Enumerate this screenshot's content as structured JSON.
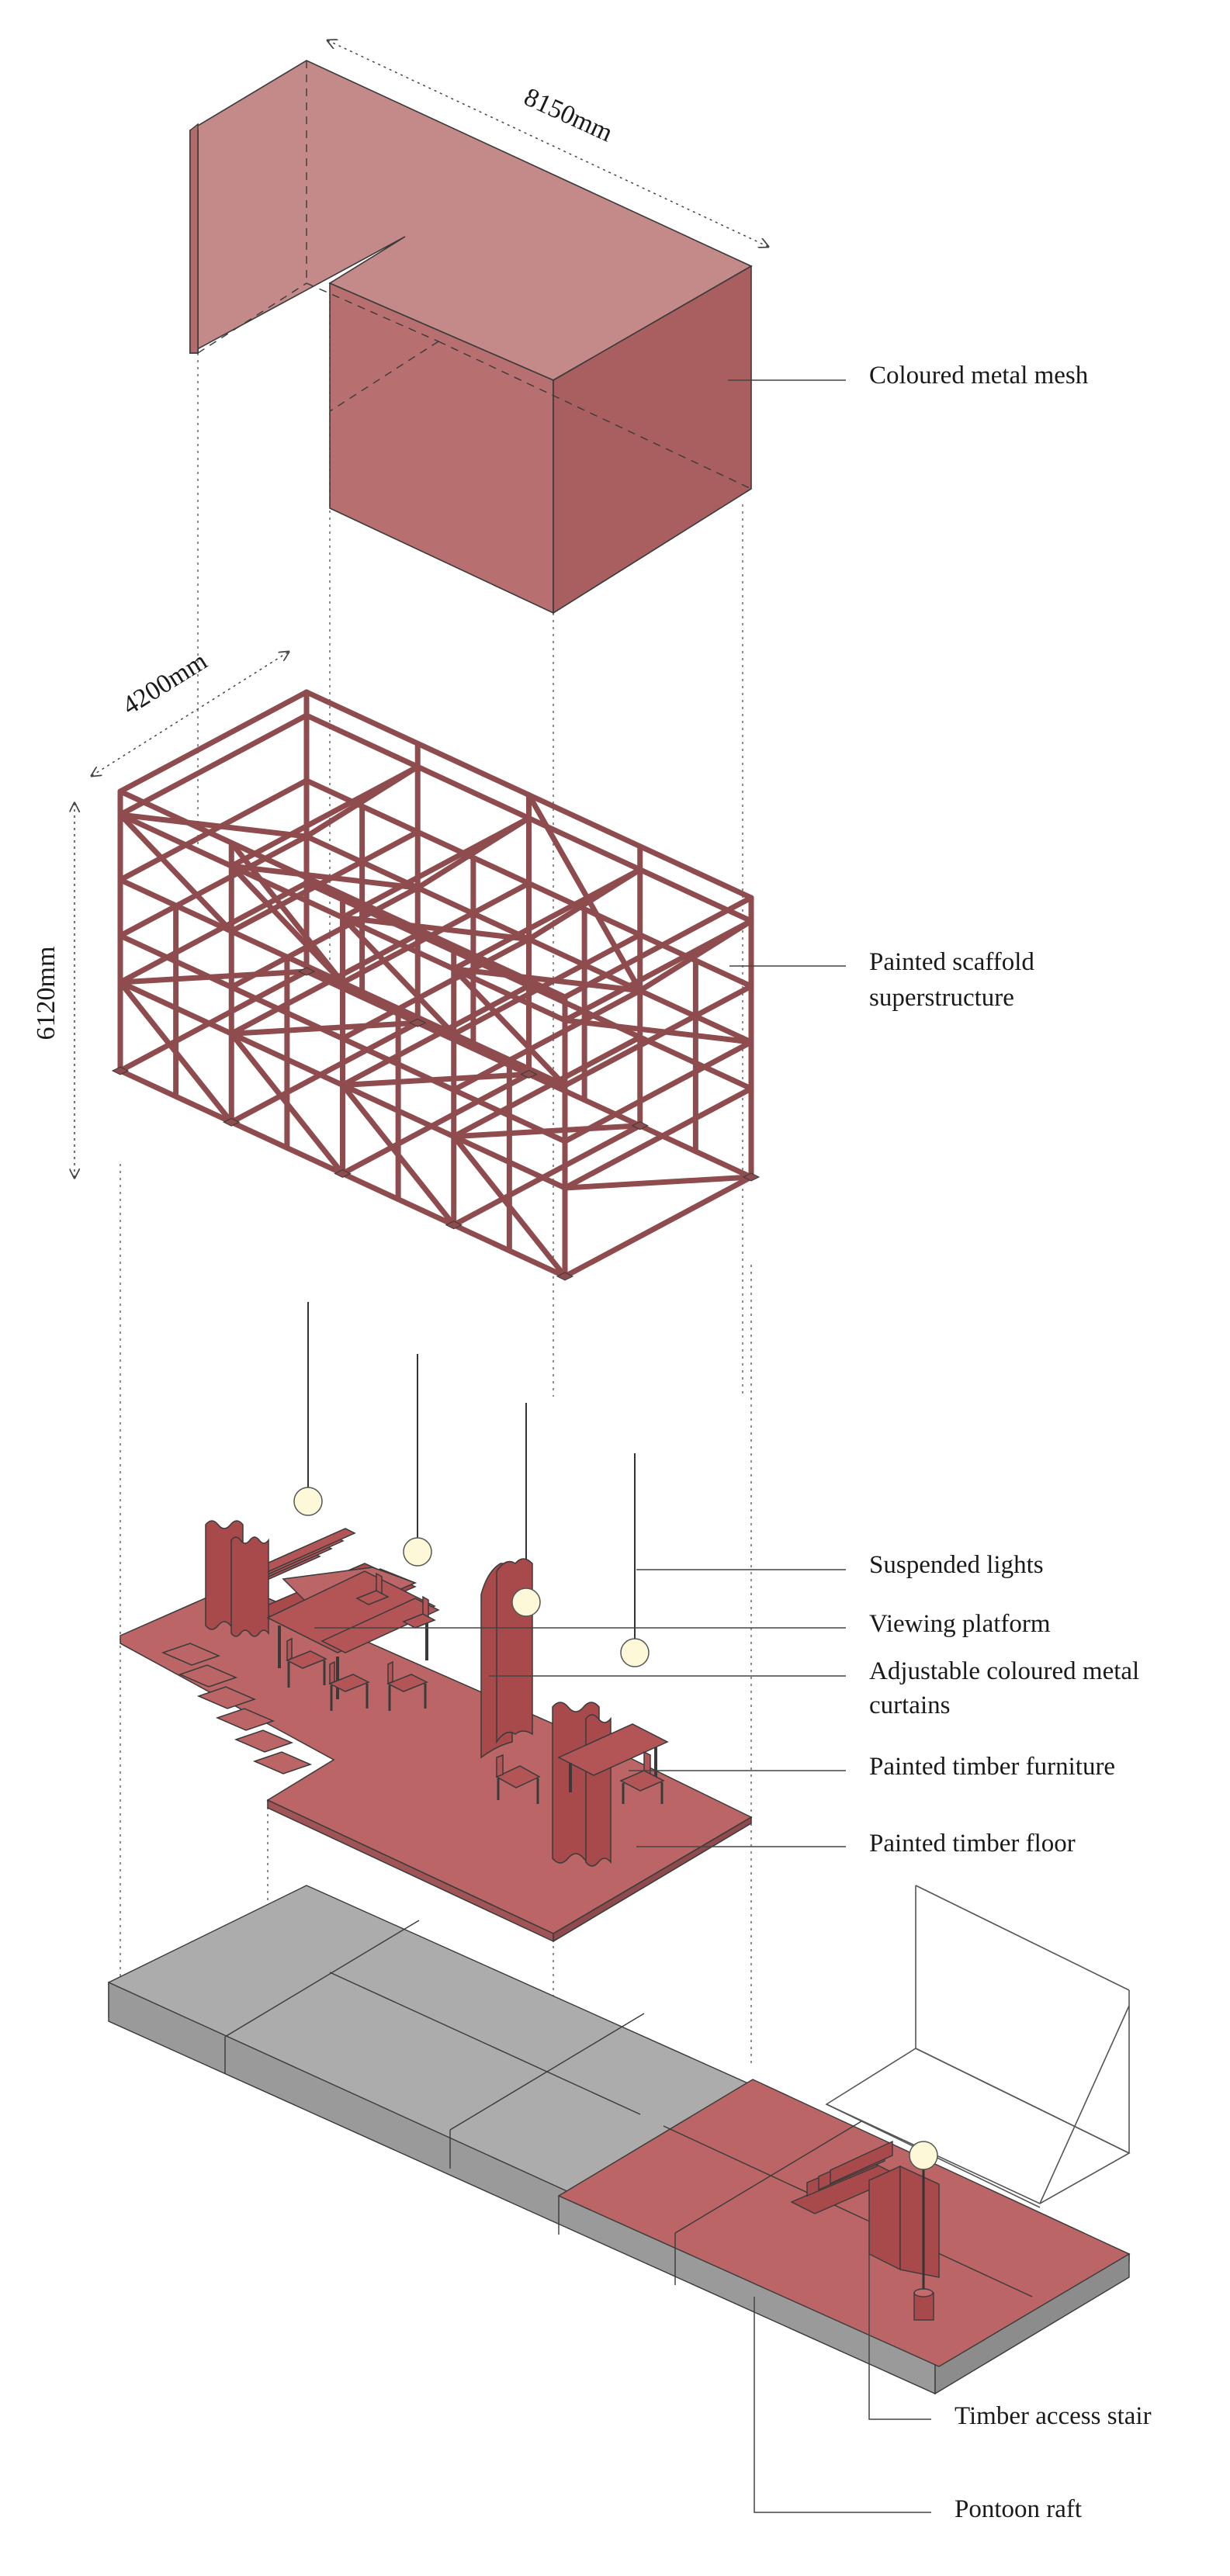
{
  "colors": {
    "mesh_top": "#c48a89",
    "mesh_left": "#b86f6f",
    "mesh_right": "#a95f5f",
    "scaffold": "#8e4c4e",
    "floor": "#bb6566",
    "curtain": "#a84a4c",
    "lamp": "#fdf8d8",
    "raft_top": "#acacac",
    "raft_side": "#8c8c8c",
    "raft_front": "#9c9c9c",
    "line": "#444444"
  },
  "dimensions": {
    "length": "8150mm",
    "width": "4200mm",
    "height": "6120mm"
  },
  "callouts": [
    {
      "id": "mesh",
      "lines": [
        "Coloured metal mesh"
      ]
    },
    {
      "id": "scaffold",
      "lines": [
        "Painted scaffold",
        "superstructure"
      ]
    },
    {
      "id": "lights",
      "lines": [
        "Suspended lights"
      ]
    },
    {
      "id": "platform",
      "lines": [
        "Viewing platform"
      ]
    },
    {
      "id": "curtains",
      "lines": [
        "Adjustable coloured metal",
        "curtains"
      ]
    },
    {
      "id": "furniture",
      "lines": [
        "Painted timber furniture"
      ]
    },
    {
      "id": "floor",
      "lines": [
        "Painted timber floor"
      ]
    },
    {
      "id": "stair",
      "lines": [
        "Timber access stair"
      ]
    },
    {
      "id": "raft",
      "lines": [
        "Pontoon raft"
      ]
    }
  ]
}
